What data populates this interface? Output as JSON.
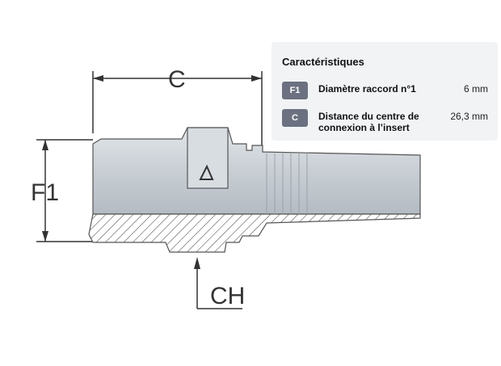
{
  "drawing": {
    "dim_c": "C",
    "dim_f1": "F1",
    "dim_ch": "CH"
  },
  "panel": {
    "title": "Caractéristiques",
    "rows": [
      {
        "badge": "F1",
        "label": "Diamètre raccord n°1",
        "value": "6 mm"
      },
      {
        "badge": "C",
        "label": "Distance du centre de connexion à l’insert",
        "value": "26,3 mm"
      }
    ]
  }
}
